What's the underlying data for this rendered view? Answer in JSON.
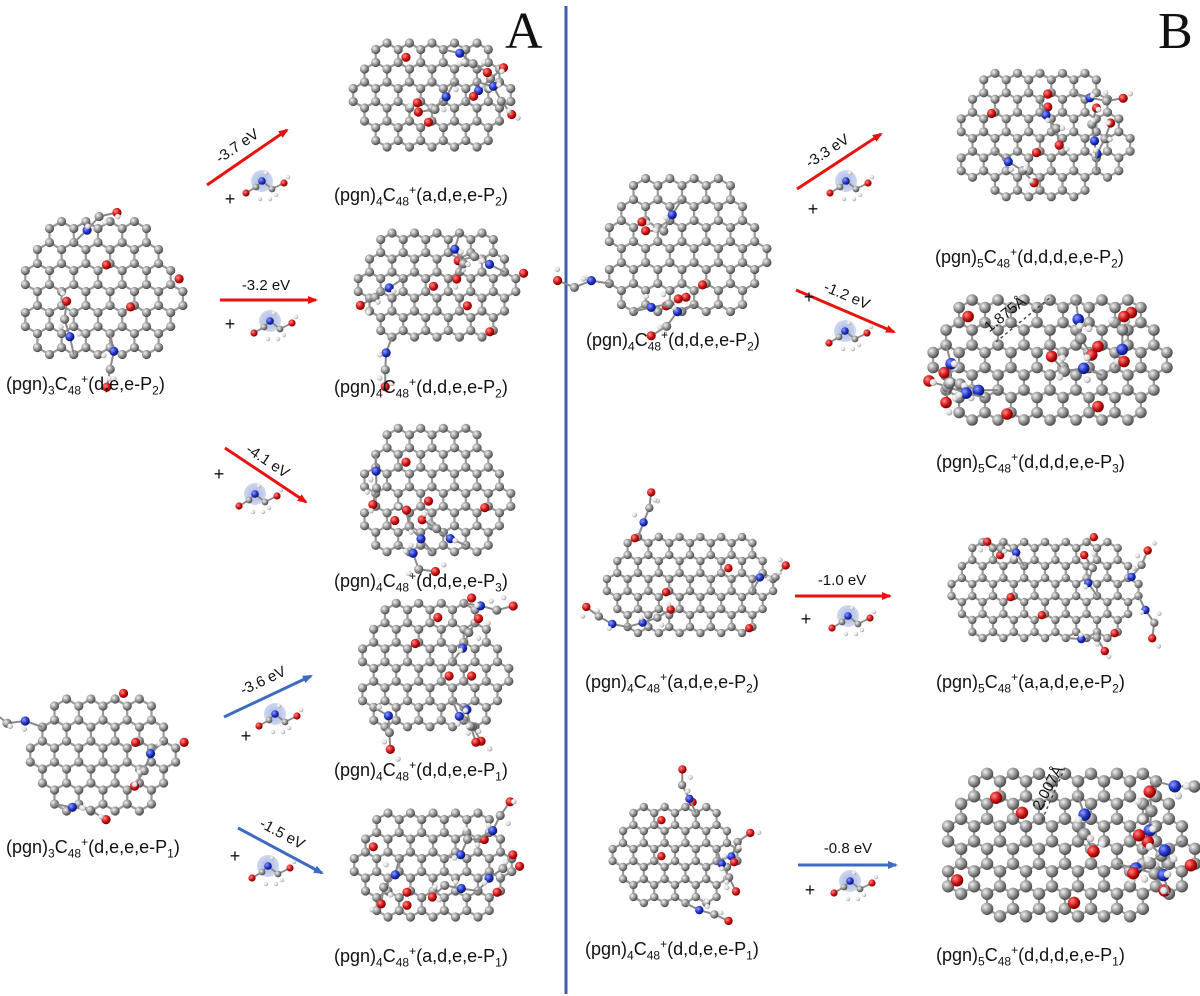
{
  "panels": {
    "a": "A",
    "b": "B"
  },
  "colors": {
    "exo_strong": "#e8130f",
    "exo_weak": "#3f6bbf",
    "divider": "#3d5fa8",
    "carbon": "#8e8e8e",
    "oxygen": "#d31414",
    "nitrogen": "#2234c9",
    "hydrogen": "#d8d8d8"
  },
  "reactants": [
    {
      "id": "r1",
      "parts": [
        "(pgn)",
        "3",
        "C",
        "48",
        "+",
        "(d,e,e-P",
        "2",
        ")"
      ]
    },
    {
      "id": "r2",
      "parts": [
        "(pgn)",
        "3",
        "C",
        "48",
        "+",
        "(d,e,e,e-P",
        "1",
        ")"
      ]
    },
    {
      "id": "r3",
      "parts": [
        "(pgn)",
        "4",
        "C",
        "48",
        "+",
        "(d,d,e,e-P",
        "2",
        ")"
      ]
    },
    {
      "id": "r4",
      "parts": [
        "(pgn)",
        "4",
        "C",
        "48",
        "+",
        "(a,d,e,e-P",
        "2",
        ")"
      ]
    },
    {
      "id": "r5",
      "parts": [
        "(pgn)",
        "4",
        "C",
        "48",
        "+",
        "(d,d,e,e-P",
        "1",
        ")"
      ]
    }
  ],
  "products": [
    {
      "id": "p1",
      "parts": [
        "(pgn)",
        "4",
        "C",
        "48",
        "+",
        "(a,d,e,e-P",
        "2",
        ")"
      ]
    },
    {
      "id": "p2",
      "parts": [
        "(pgn)",
        "4",
        "C",
        "48",
        "+",
        "(d,d,e,e-P",
        "2",
        ")"
      ]
    },
    {
      "id": "p3",
      "parts": [
        "(pgn)",
        "4",
        "C",
        "48",
        "+",
        "(d,d,e,e-P",
        "3",
        ")"
      ]
    },
    {
      "id": "p4",
      "parts": [
        "(pgn)",
        "4",
        "C",
        "48",
        "+",
        "(d,d,e,e-P",
        "1",
        ")"
      ]
    },
    {
      "id": "p5",
      "parts": [
        "(pgn)",
        "4",
        "C",
        "48",
        "+",
        "(a,d,e,e-P",
        "1",
        ")"
      ]
    },
    {
      "id": "p6",
      "parts": [
        "(pgn)",
        "5",
        "C",
        "48",
        "+",
        "(d,d,d,e,e-P",
        "2",
        ")"
      ]
    },
    {
      "id": "p7",
      "parts": [
        "(pgn)",
        "5",
        "C",
        "48",
        "+",
        "(d,d,d,e,e-P",
        "3",
        ")"
      ]
    },
    {
      "id": "p8",
      "parts": [
        "(pgn)",
        "5",
        "C",
        "48",
        "+",
        "(a,a,d,e,e-P",
        "2",
        ")"
      ]
    },
    {
      "id": "p9",
      "parts": [
        "(pgn)",
        "5",
        "C",
        "48",
        "+",
        "(d,d,d,e,e-P",
        "1",
        ")"
      ]
    }
  ],
  "arrows": [
    {
      "id": "a1",
      "energy": "-3.7 eV",
      "color": "red",
      "plus": "+"
    },
    {
      "id": "a2",
      "energy": "-3.2 eV",
      "color": "red",
      "plus": "+"
    },
    {
      "id": "a3",
      "energy": "-4.1 eV",
      "color": "red",
      "plus": "+"
    },
    {
      "id": "a4",
      "energy": "-3.6 eV",
      "color": "blue",
      "plus": "+"
    },
    {
      "id": "a5",
      "energy": "-1.5 eV",
      "color": "blue",
      "plus": "+"
    },
    {
      "id": "a6",
      "energy": "-3.3 eV",
      "color": "red",
      "plus": "+"
    },
    {
      "id": "a7",
      "energy": "-1.2 eV",
      "color": "red",
      "plus": "+"
    },
    {
      "id": "a8",
      "energy": "-1.0 eV",
      "color": "red",
      "plus": "+"
    },
    {
      "id": "a9",
      "energy": "-0.8 eV",
      "color": "blue",
      "plus": "+"
    }
  ],
  "distances": [
    "1.875Å",
    "2.007Å"
  ]
}
